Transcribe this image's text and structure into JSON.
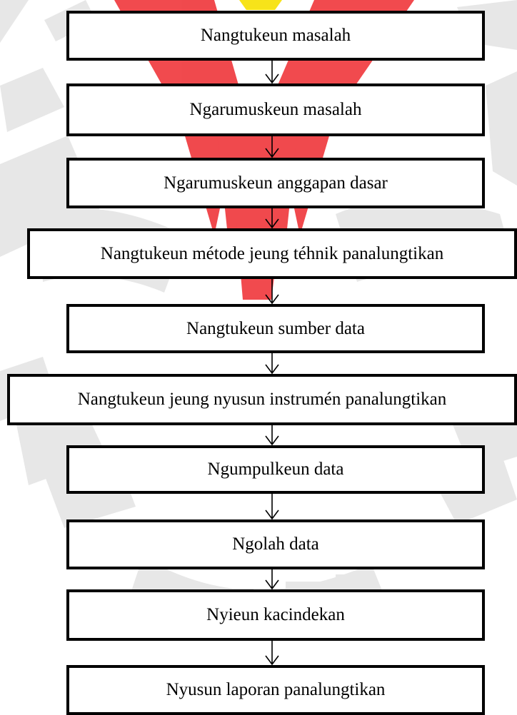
{
  "watermark": {
    "colors": {
      "grey": "#d4d4d4",
      "red": "#ee2a2f",
      "yellow": "#f6e000"
    }
  },
  "flowchart": {
    "steps": [
      "Nangtukeun masalah",
      "Ngarumuskeun masalah",
      "Ngarumuskeun anggapan dasar",
      "Nangtukeun métode jeung téhnik panalungtikan",
      "Nangtukeun sumber data",
      "Nangtukeun jeung nyusun instrumén panalungtikan",
      "Ngumpulkeun data",
      "Ngolah data",
      "Nyieun kacindekan",
      "Nyusun laporan panalungtikan"
    ]
  }
}
